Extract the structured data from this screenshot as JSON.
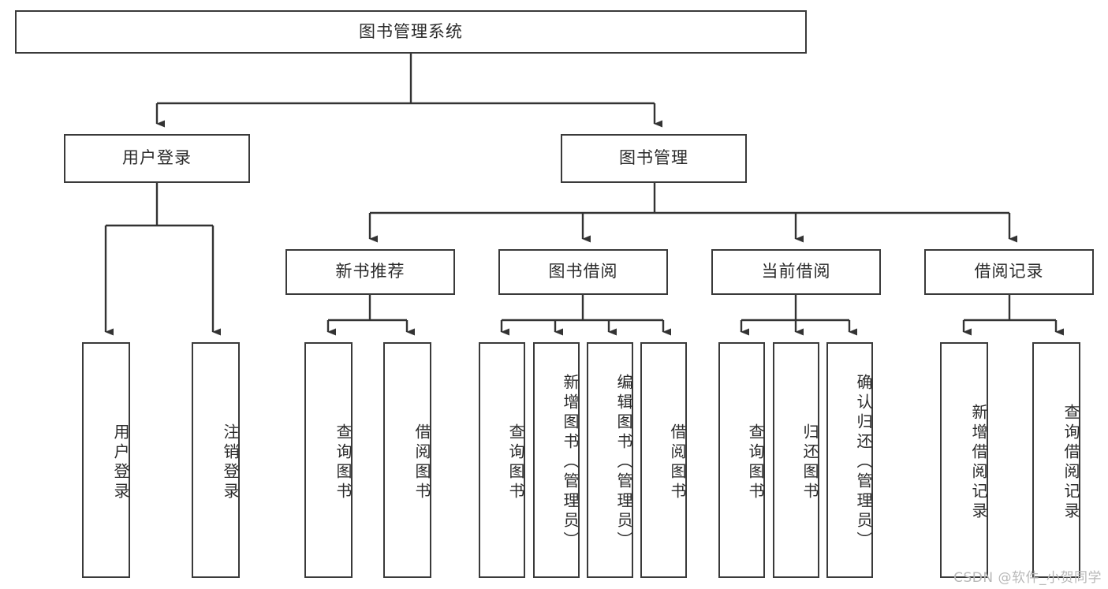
{
  "diagram": {
    "title": "图书管理系统",
    "type": "tree-hierarchy-chart",
    "watermark": "CSDN @软件_小贺同学",
    "colors": {
      "box_border": "#3a3a3a",
      "box_fill": "#ffffff",
      "connector": "#333333",
      "text": "#2b2b2b",
      "watermark": "#b8b8b8",
      "background": "#ffffff"
    },
    "root": {
      "label": "图书管理系统",
      "orientation": "horizontal"
    },
    "level2": [
      {
        "label": "用户登录",
        "orientation": "horizontal"
      },
      {
        "label": "图书管理",
        "orientation": "horizontal"
      }
    ],
    "level3": [
      {
        "label": "新书推荐",
        "orientation": "horizontal"
      },
      {
        "label": "图书借阅",
        "orientation": "horizontal"
      },
      {
        "label": "当前借阅",
        "orientation": "horizontal"
      },
      {
        "label": "借阅记录",
        "orientation": "horizontal"
      }
    ],
    "leaves": {
      "user_login": [
        {
          "label": "用户登录",
          "orientation": "vertical"
        },
        {
          "label": "注销登录",
          "orientation": "vertical"
        }
      ],
      "new_book_recommend": [
        {
          "label": "查询图书",
          "orientation": "vertical"
        },
        {
          "label": "借阅图书",
          "orientation": "vertical"
        }
      ],
      "book_borrow": [
        {
          "label": "查询图书",
          "orientation": "vertical"
        },
        {
          "label": "新增图书（管理员）",
          "orientation": "vertical"
        },
        {
          "label": "编辑图书（管理员）",
          "orientation": "vertical"
        },
        {
          "label": "借阅图书",
          "orientation": "vertical"
        }
      ],
      "current_borrow": [
        {
          "label": "查询图书",
          "orientation": "vertical"
        },
        {
          "label": "归还图书",
          "orientation": "vertical"
        },
        {
          "label": "确认归还（管理员）",
          "orientation": "vertical"
        }
      ],
      "borrow_record": [
        {
          "label": "新增借阅记录",
          "orientation": "vertical"
        },
        {
          "label": "查询借阅记录",
          "orientation": "vertical"
        }
      ]
    }
  }
}
